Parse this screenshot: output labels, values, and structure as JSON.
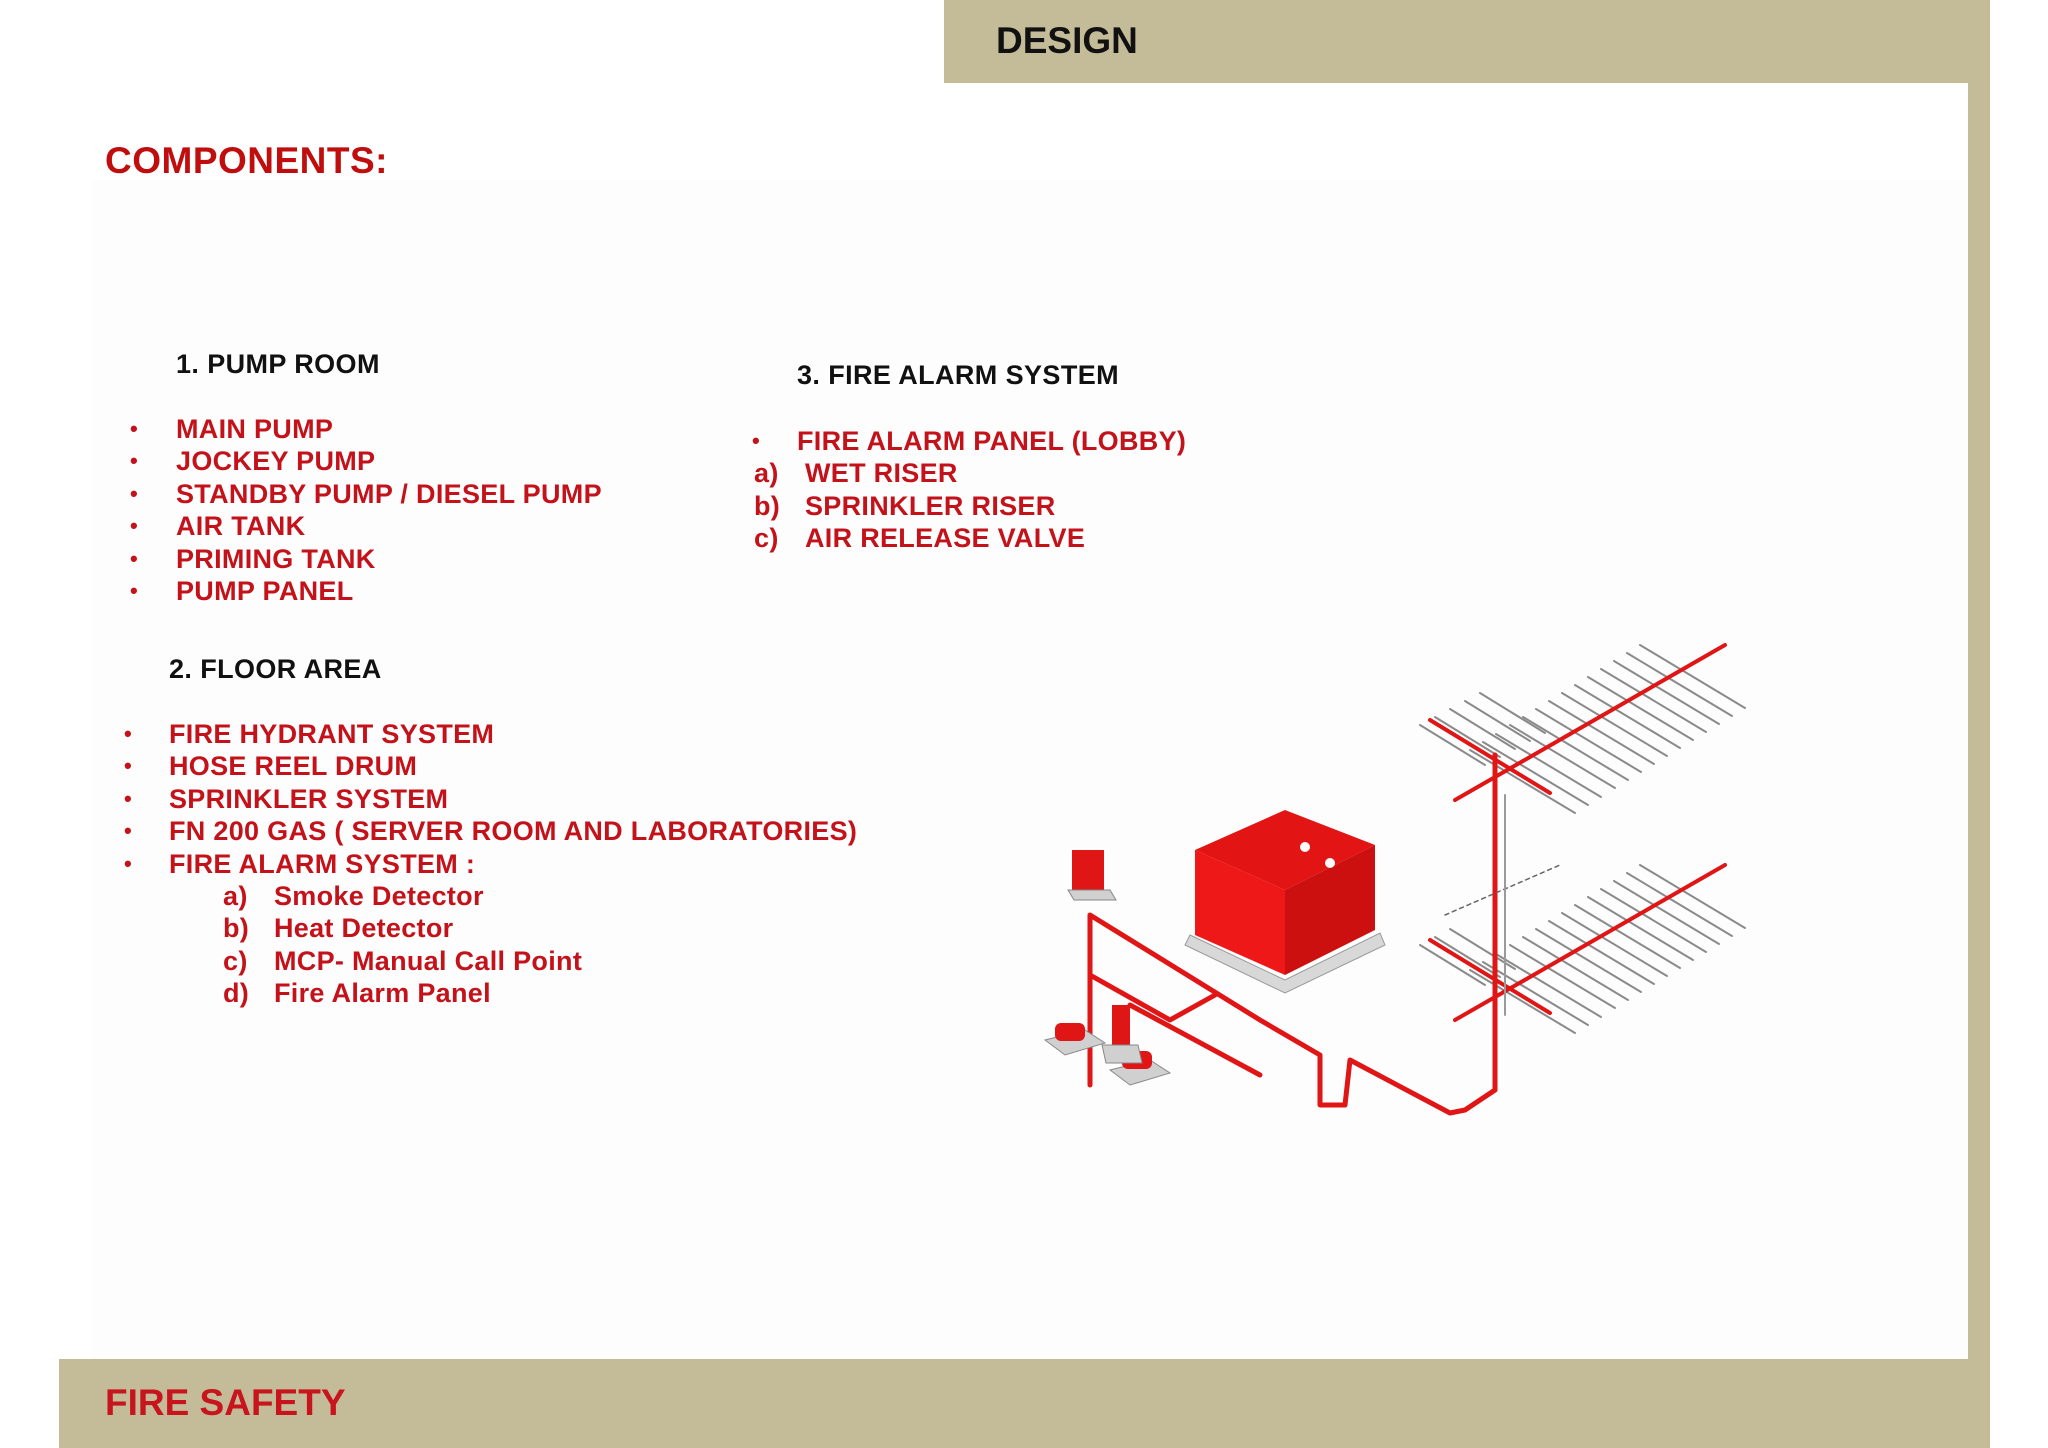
{
  "header": {
    "title": "DESIGN"
  },
  "footer": {
    "title": "FIRE SAFETY"
  },
  "main": {
    "heading": "COMPONENTS:",
    "pump_room": {
      "title": "1. PUMP ROOM",
      "items": [
        "MAIN PUMP",
        "JOCKEY PUMP",
        "STANDBY PUMP / DIESEL PUMP",
        "AIR TANK",
        "PRIMING TANK",
        "PUMP PANEL"
      ]
    },
    "floor_area": {
      "title": "2. FLOOR AREA",
      "items": [
        "FIRE HYDRANT SYSTEM",
        "HOSE REEL DRUM",
        "SPRINKLER SYSTEM",
        "FN 200 GAS ( SERVER ROOM AND LABORATORIES)",
        "FIRE ALARM SYSTEM :"
      ],
      "sub_items": [
        {
          "marker": "a)",
          "label": "Smoke Detector"
        },
        {
          "marker": "b)",
          "label": "Heat Detector"
        },
        {
          "marker": "c)",
          "label": "MCP- Manual Call Point"
        },
        {
          "marker": "d)",
          "label": "Fire Alarm Panel"
        }
      ]
    },
    "fire_alarm_system": {
      "title": "3. FIRE ALARM SYSTEM",
      "items": [
        "FIRE ALARM PANEL (LOBBY)"
      ],
      "sub_items": [
        {
          "marker": "a)",
          "label": "WET RISER"
        },
        {
          "marker": "b)",
          "label": "SPRINKLER RISER"
        },
        {
          "marker": "c)",
          "label": "AIR RELEASE VALVE"
        }
      ]
    }
  },
  "colors": {
    "band": "#c4bc98",
    "accent_red": "#c4121a",
    "pipe_red": "#e01515"
  }
}
